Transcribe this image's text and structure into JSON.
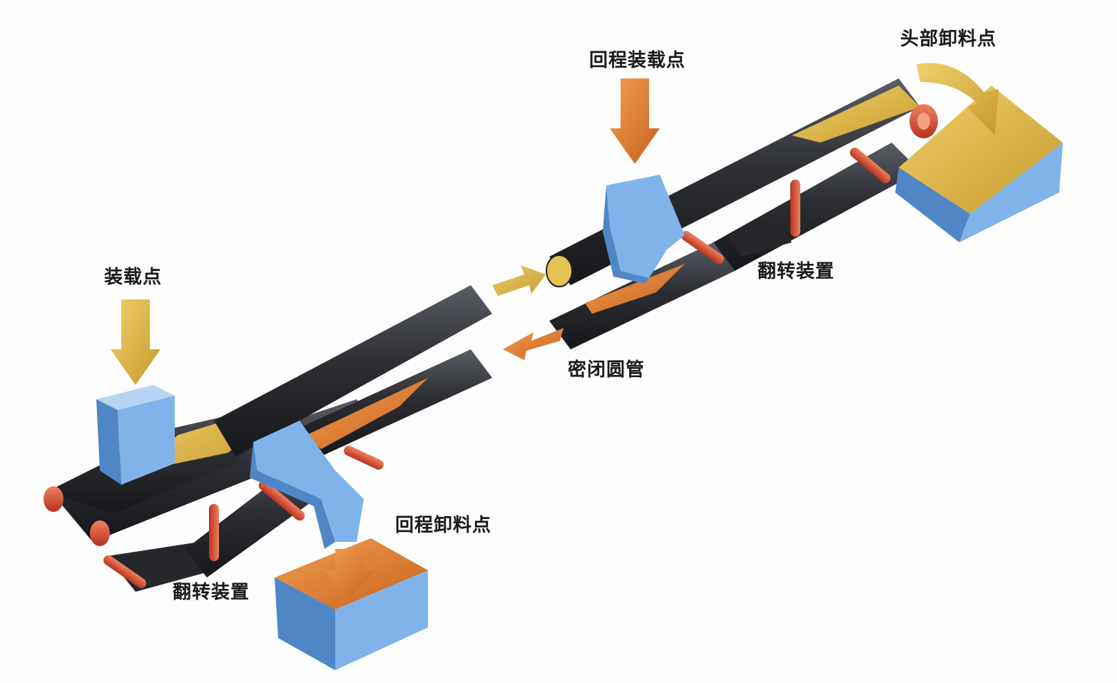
{
  "labels": {
    "head_discharge": "头部卸料点",
    "return_loading": "回程装载点",
    "loading": "装载点",
    "flip_upper": "翻转装置",
    "closed_tube": "密闭圆管",
    "return_discharge": "回程卸料点",
    "flip_lower": "翻转装置"
  },
  "colors": {
    "belt": "#2c2e33",
    "belt_light": "#4d5057",
    "material_yellow": "#d9b044",
    "material_orange": "#d9772e",
    "hopper_blue": "#7fb3ea",
    "hopper_dark": "#4f86c6",
    "roller_red": "#d8472e",
    "arrow_yellow": "#e7be45",
    "arrow_orange": "#e58a3a"
  }
}
